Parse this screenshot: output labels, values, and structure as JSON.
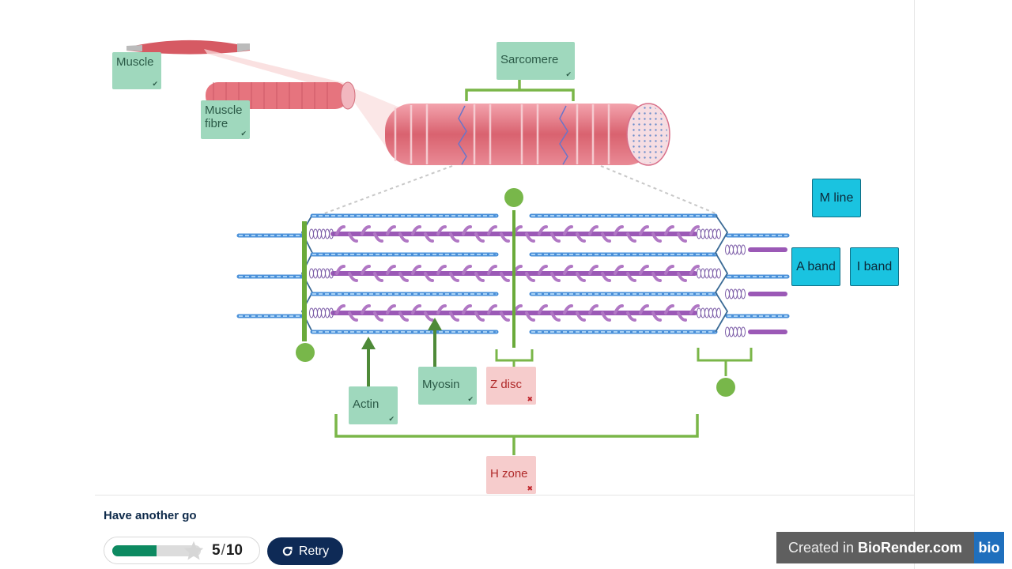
{
  "labels": {
    "muscle": "Muscle",
    "muscle_fibre": "Muscle\nfibre",
    "sarcomere": "Sarcomere",
    "actin": "Actin",
    "myosin": "Myosin",
    "z_disc": "Z disc",
    "h_zone": "H zone"
  },
  "word_bank": [
    "M line",
    "A band",
    "I band"
  ],
  "marks": {
    "correct": "✔",
    "incorrect": "✖"
  },
  "feedback": "Have another go",
  "score": {
    "value": "5",
    "total": "10",
    "fraction": 0.5
  },
  "retry_label": "Retry",
  "brand": {
    "prefix": "Created in",
    "name": "BioRender.com",
    "logo": "bio"
  },
  "colors": {
    "correct_bg": "#9fd8bd",
    "incorrect_bg": "#f6cccc",
    "bank_bg": "#1ac3e0",
    "bracket_green": "#7ab648",
    "progress_fill": "#0d8a61",
    "retry_bg": "#0e2a56"
  },
  "icons": [
    "check-icon",
    "cross-icon",
    "star-icon",
    "retry-icon"
  ]
}
